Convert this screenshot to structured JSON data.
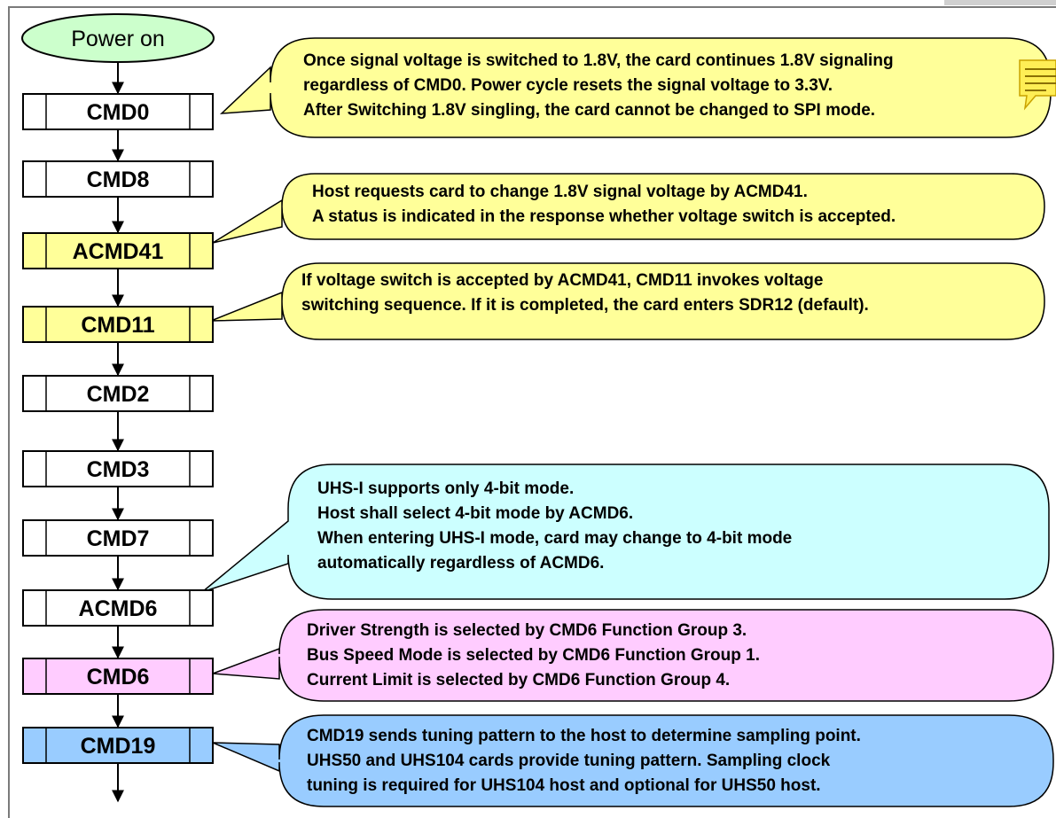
{
  "start": {
    "label": "Power on",
    "color": "#ccffcc"
  },
  "steps": [
    {
      "label": "CMD0",
      "color": "#ffffff"
    },
    {
      "label": "CMD8",
      "color": "#ffffff"
    },
    {
      "label": "ACMD41",
      "color": "#ffff99"
    },
    {
      "label": "CMD11",
      "color": "#ffff99"
    },
    {
      "label": "CMD2",
      "color": "#ffffff"
    },
    {
      "label": "CMD3",
      "color": "#ffffff"
    },
    {
      "label": "CMD7",
      "color": "#ffffff"
    },
    {
      "label": "ACMD6",
      "color": "#ffffff"
    },
    {
      "label": "CMD6",
      "color": "#ffccff"
    },
    {
      "label": "CMD19",
      "color": "#99ccff"
    }
  ],
  "notes": [
    {
      "step": "CMD0",
      "color": "#ffff99",
      "lines": [
        "Once signal voltage is switched to 1.8V, the card continues 1.8V signaling",
        "regardless of CMD0. Power cycle resets the signal voltage to 3.3V.",
        "After Switching 1.8V singling, the card cannot be changed to SPI mode."
      ]
    },
    {
      "step": "ACMD41",
      "color": "#ffff99",
      "lines": [
        "Host requests card to change 1.8V signal voltage by ACMD41.",
        "A status is indicated in the response whether voltage switch is accepted."
      ]
    },
    {
      "step": "CMD11",
      "color": "#ffff99",
      "lines": [
        "If voltage switch is accepted by ACMD41, CMD11 invokes voltage",
        "switching sequence. If it is completed, the card enters SDR12 (default)."
      ]
    },
    {
      "step": "ACMD6",
      "color": "#ccffff",
      "lines": [
        "UHS-I supports only 4-bit mode.",
        "Host shall select 4-bit mode by ACMD6.",
        "When entering UHS-I mode, card may change to 4-bit mode",
        "automatically regardless of ACMD6."
      ]
    },
    {
      "step": "CMD6",
      "color": "#ffccff",
      "lines": [
        "Driver Strength is selected by CMD6 Function Group 3.",
        "Bus Speed Mode is selected by CMD6 Function Group 1.",
        "Current Limit is selected by CMD6 Function Group 4."
      ]
    },
    {
      "step": "CMD19",
      "color": "#99ccff",
      "lines": [
        "CMD19 sends tuning pattern to the host to determine sampling point.",
        "UHS50 and UHS104 cards provide tuning pattern. Sampling clock",
        "tuning is required for UHS104 host and optional for UHS50 host."
      ]
    }
  ],
  "icons": {
    "comment": "comment-note-icon",
    "comment_color": "#ffee55"
  }
}
